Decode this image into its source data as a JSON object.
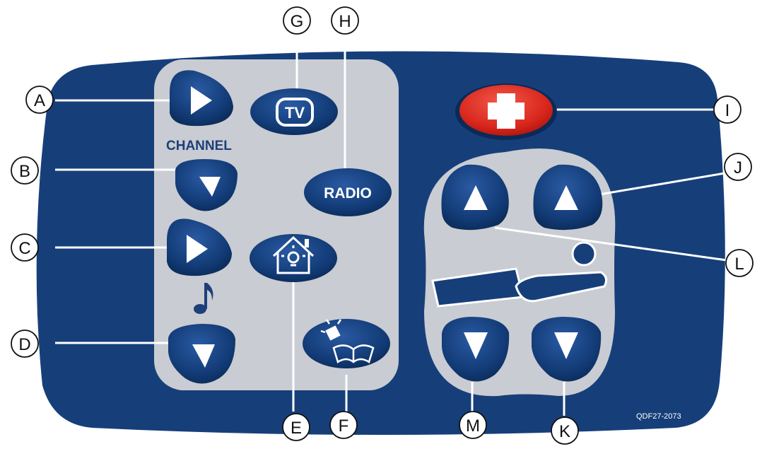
{
  "labels": {
    "channel": "CHANNEL",
    "tv": "TV",
    "radio": "RADIO",
    "part_code": "QDF27-2073"
  },
  "callouts": {
    "a": "A",
    "b": "B",
    "c": "C",
    "d": "D",
    "e": "E",
    "f": "F",
    "g": "G",
    "h": "H",
    "i": "I",
    "j": "J",
    "k": "K",
    "l": "L",
    "m": "M"
  },
  "icons": {
    "channel_up": "triangle-right-icon",
    "channel_down": "triangle-down-icon",
    "volume_up": "triangle-right-icon",
    "volume_down": "triangle-down-icon",
    "music": "music-note-icon",
    "room_light": "house-lightbulb-icon",
    "reading_light": "book-lamp-icon",
    "nurse_call": "red-cross-icon",
    "bed": "patient-bed-icon"
  },
  "colors": {
    "pendant_body": "#163f7a",
    "button_blue": "#123b76",
    "left_panel": "#c9ccd2",
    "nurse_call_red": "#d9261c",
    "callout_line": "#ffffff",
    "callout_circle": "#ffffff"
  }
}
